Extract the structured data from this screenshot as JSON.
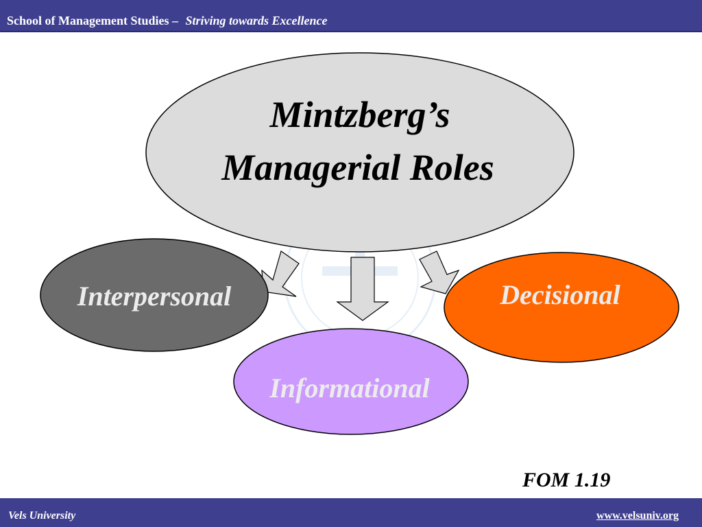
{
  "header": {
    "title": "School of Management Studies –",
    "tagline": "Striving towards Excellence"
  },
  "diagram": {
    "title_line1": "Mintzberg’s",
    "title_line2": "Managerial Roles",
    "roles": [
      {
        "label": "Interpersonal",
        "fill": "#6b6b6b"
      },
      {
        "label": "Informational",
        "fill": "#cc99ff"
      },
      {
        "label": "Decisional",
        "fill": "#ff6600"
      }
    ],
    "center_fill": "#dcdcdc"
  },
  "slide_number": "FOM 1.19",
  "footer": {
    "left": "Vels University",
    "right": "www.velsuniv.org"
  }
}
